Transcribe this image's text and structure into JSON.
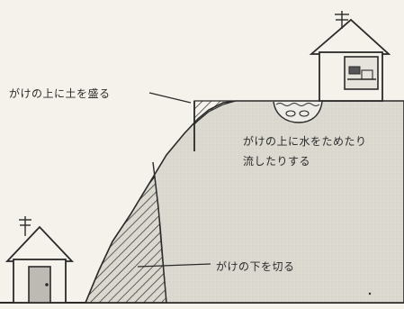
{
  "annotations": {
    "pile_soil_on_cliff_top": "がけの上に土を盛る",
    "water_on_cliff_top": {
      "line1": "がけの上に水をためたり",
      "line2": "流したりする"
    },
    "cut_cliff_bottom": "がけの下を切る"
  },
  "colors": {
    "ink": "#2a2a2a",
    "paper": "#f4f2ea",
    "cliff_fill": "#d9d6cf"
  }
}
